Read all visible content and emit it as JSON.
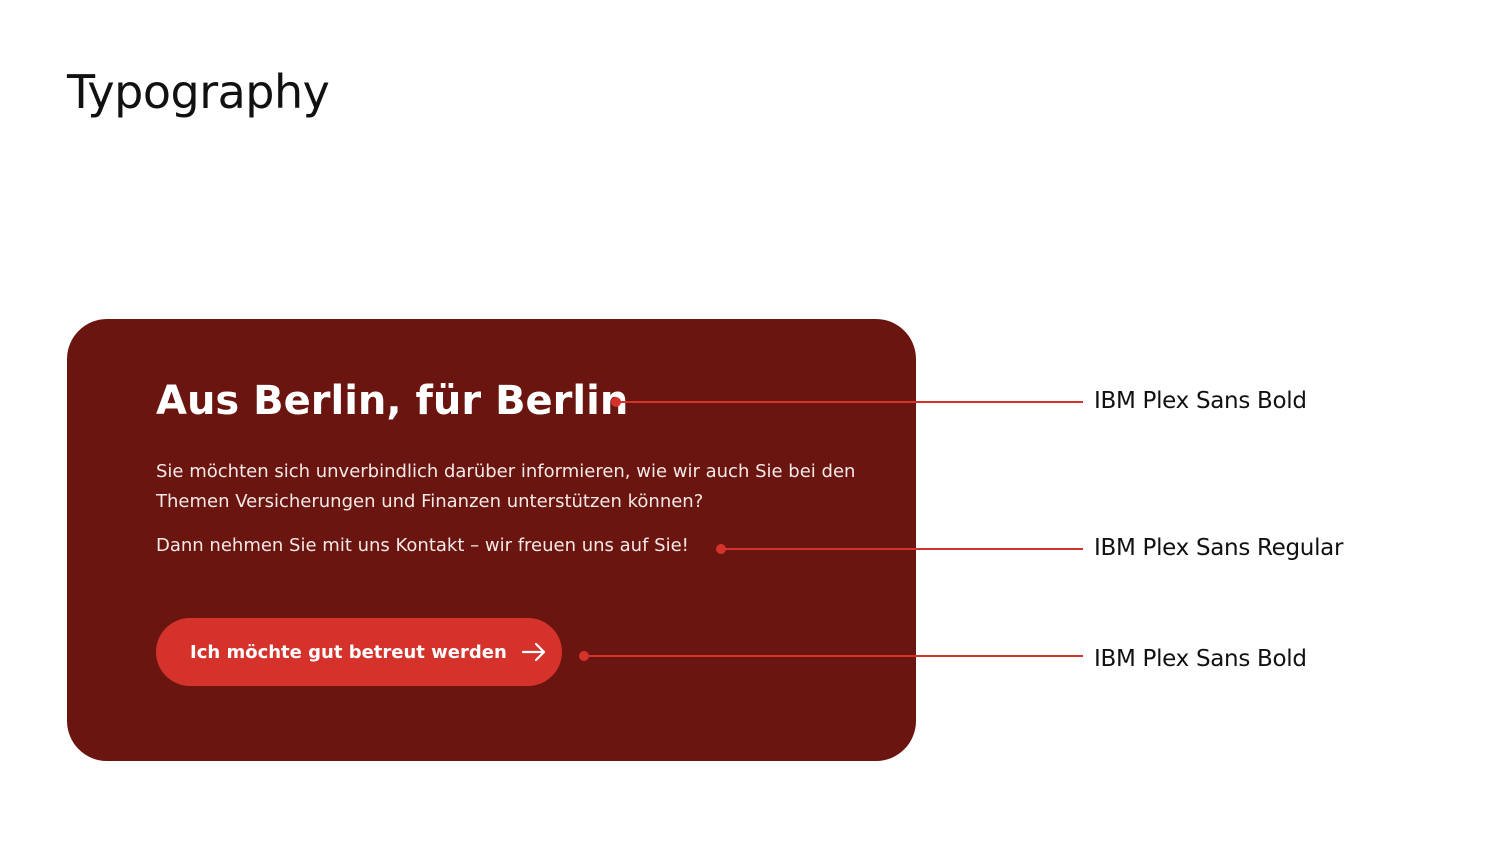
{
  "page": {
    "title": "Typography"
  },
  "card": {
    "heading": "Aus Berlin, für Berlin",
    "body_1": "Sie möchten sich unverbindlich darüber informieren, wie wir auch Sie bei den Themen Versicherungen und Finanzen unterstützen können?",
    "body_2": "Dann nehmen Sie mit uns Kontakt – wir freuen uns auf Sie!",
    "button_label": "Ich möchte gut betreut werden",
    "button_icon": "arrow-right-icon"
  },
  "callouts": [
    {
      "label": "IBM Plex Sans Bold"
    },
    {
      "label": "IBM Plex Sans Regular"
    },
    {
      "label": "IBM Plex Sans Bold"
    }
  ],
  "colors": {
    "card_background": "#6a150f",
    "accent": "#d5322c",
    "text_dark": "#111111",
    "text_light": "#ffffff"
  }
}
